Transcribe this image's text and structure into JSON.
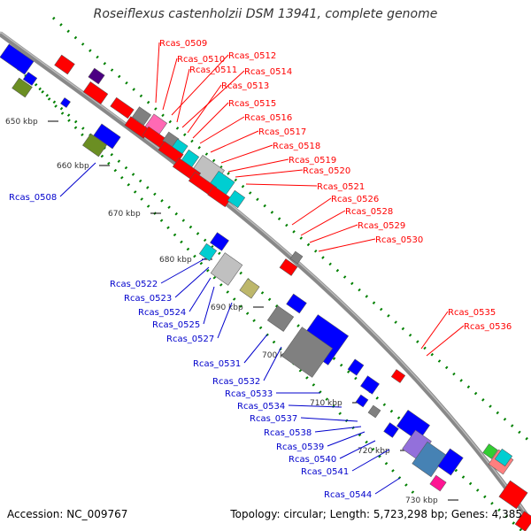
{
  "title": "Roseiflexus castenholzii DSM 13941, complete genome",
  "footer": {
    "accession": "Accession: NC_009767",
    "topology": "Topology: circular; Length: 5,723,298 bp; Genes: 4,385"
  },
  "colors": {
    "forward_label": "#ff0000",
    "reverse_label": "#0000cc",
    "backbone": "#888888",
    "tick": "#008000"
  },
  "ticks": [
    "650 kbp",
    "660 kbp",
    "670 kbp",
    "680 kbp",
    "690 kbp",
    "700 kbp",
    "710 kbp",
    "720 kbp",
    "730 kbp"
  ],
  "forward_labels": [
    "Rcas_0509",
    "Rcas_0510",
    "Rcas_0512",
    "Rcas_0511",
    "Rcas_0514",
    "Rcas_0513",
    "Rcas_0515",
    "Rcas_0516",
    "Rcas_0517",
    "Rcas_0518",
    "Rcas_0519",
    "Rcas_0520",
    "Rcas_0521",
    "Rcas_0526",
    "Rcas_0528",
    "Rcas_0529",
    "Rcas_0530",
    "Rcas_0535",
    "Rcas_0536"
  ],
  "reverse_labels": [
    "Rcas_0508",
    "Rcas_0522",
    "Rcas_0523",
    "Rcas_0524",
    "Rcas_0525",
    "Rcas_0527",
    "Rcas_0531",
    "Rcas_0532",
    "Rcas_0533",
    "Rcas_0534",
    "Rcas_0537",
    "Rcas_0538",
    "Rcas_0539",
    "Rcas_0540",
    "Rcas_0541",
    "Rcas_0544"
  ]
}
